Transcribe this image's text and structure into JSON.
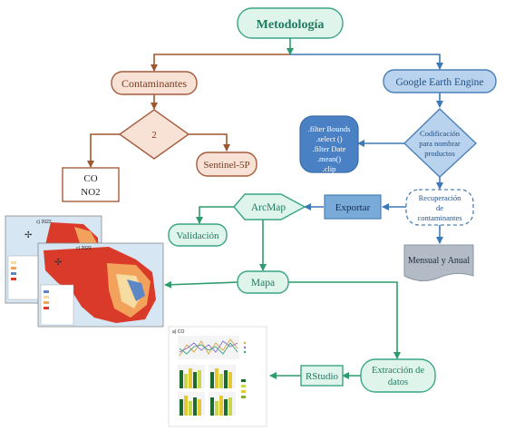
{
  "title": "Metodología",
  "nodes": {
    "contaminantes": "Contaminantes",
    "gee": "Google Earth Engine",
    "decision": "2",
    "co_no2_line1": "CO",
    "co_no2_line2": "NO2",
    "sentinel": "Sentinel-5P",
    "filters": [
      ".filter Bounds",
      ".select ()",
      ".filter Date",
      ".mean()",
      ".clip"
    ],
    "codificacion": [
      "Codificación",
      "para nombrar",
      "productos"
    ],
    "recuperacion": [
      "Recuperación",
      "de",
      "contaminantes"
    ],
    "arcmap": "ArcMap",
    "exportar": "Exportar",
    "validacion": "Validación",
    "mensual": "Mensual y Anual",
    "mapa": "Mapa",
    "rstudio": "RStudio",
    "extraccion": [
      "Extracción de",
      "datos"
    ]
  },
  "thumbnails": {
    "map_a_title": "c) 2022",
    "map_b_title": "c) 2022",
    "chart_title": "a) CO"
  },
  "colors": {
    "teal_fill": "#dff5ec",
    "teal_stroke": "#3aa487",
    "teal_text": "#1f7a60",
    "brown_fill": "#f8e2d6",
    "brown_stroke": "#a65c3c",
    "blue_fill": "#b9d3ee",
    "blue_stroke": "#4a80b8",
    "blue_text": "#1f4f85",
    "arrow_green": "#2e9c6c",
    "arrow_brown": "#a1572e",
    "arrow_blue": "#3d79b6",
    "map_red": "#d93a2a",
    "map_orange": "#f2a25a",
    "map_yellow": "#f6dca0",
    "map_blue": "#5d86c6",
    "map_sea": "#d6e6f2"
  }
}
